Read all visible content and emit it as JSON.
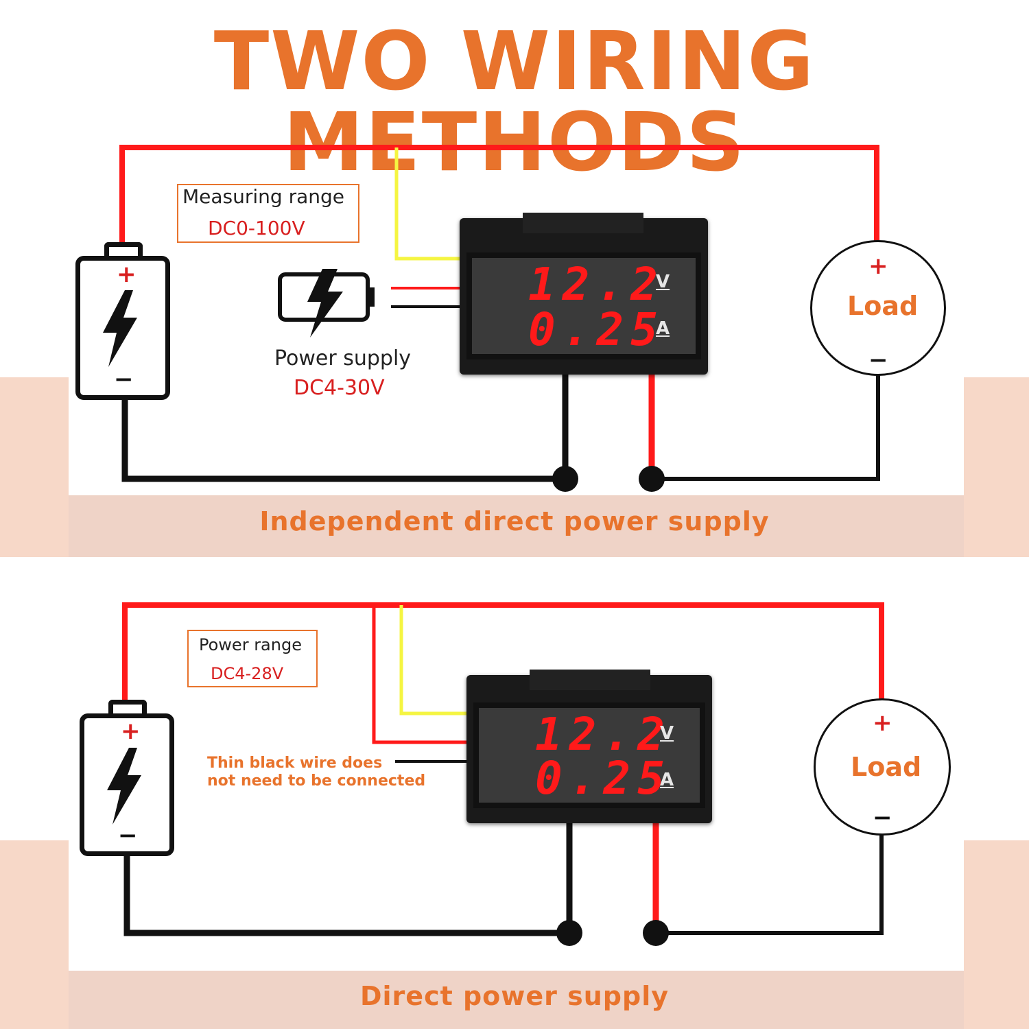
{
  "title": "TWO WIRING METHODS",
  "colors": {
    "accent": "#e8732c",
    "red_wire": "#ff1a1a",
    "yellow_wire": "#f5f542",
    "black_wire": "#111111",
    "band": "#f7d8c8"
  },
  "method1": {
    "caption": "Independent direct power supply",
    "measuring_title": "Measuring range",
    "measuring_value": "DC0-100V",
    "psu_title": "Power supply",
    "psu_value": "DC4-30V",
    "battery_plus": "+",
    "battery_minus": "−",
    "load_label": "Load",
    "load_plus": "+",
    "load_minus": "−",
    "meter_voltage": "12.2",
    "meter_current": "0.25",
    "unit_v": "V",
    "unit_a": "A"
  },
  "method2": {
    "caption": "Direct power supply",
    "power_title": "Power range",
    "power_value": "DC4-28V",
    "note_line1": "Thin black wire does",
    "note_line2": "not need to be connected",
    "battery_plus": "+",
    "battery_minus": "−",
    "load_label": "Load",
    "load_plus": "+",
    "load_minus": "−",
    "meter_voltage": "12.2",
    "meter_current": "0.25",
    "unit_v": "V",
    "unit_a": "A"
  }
}
